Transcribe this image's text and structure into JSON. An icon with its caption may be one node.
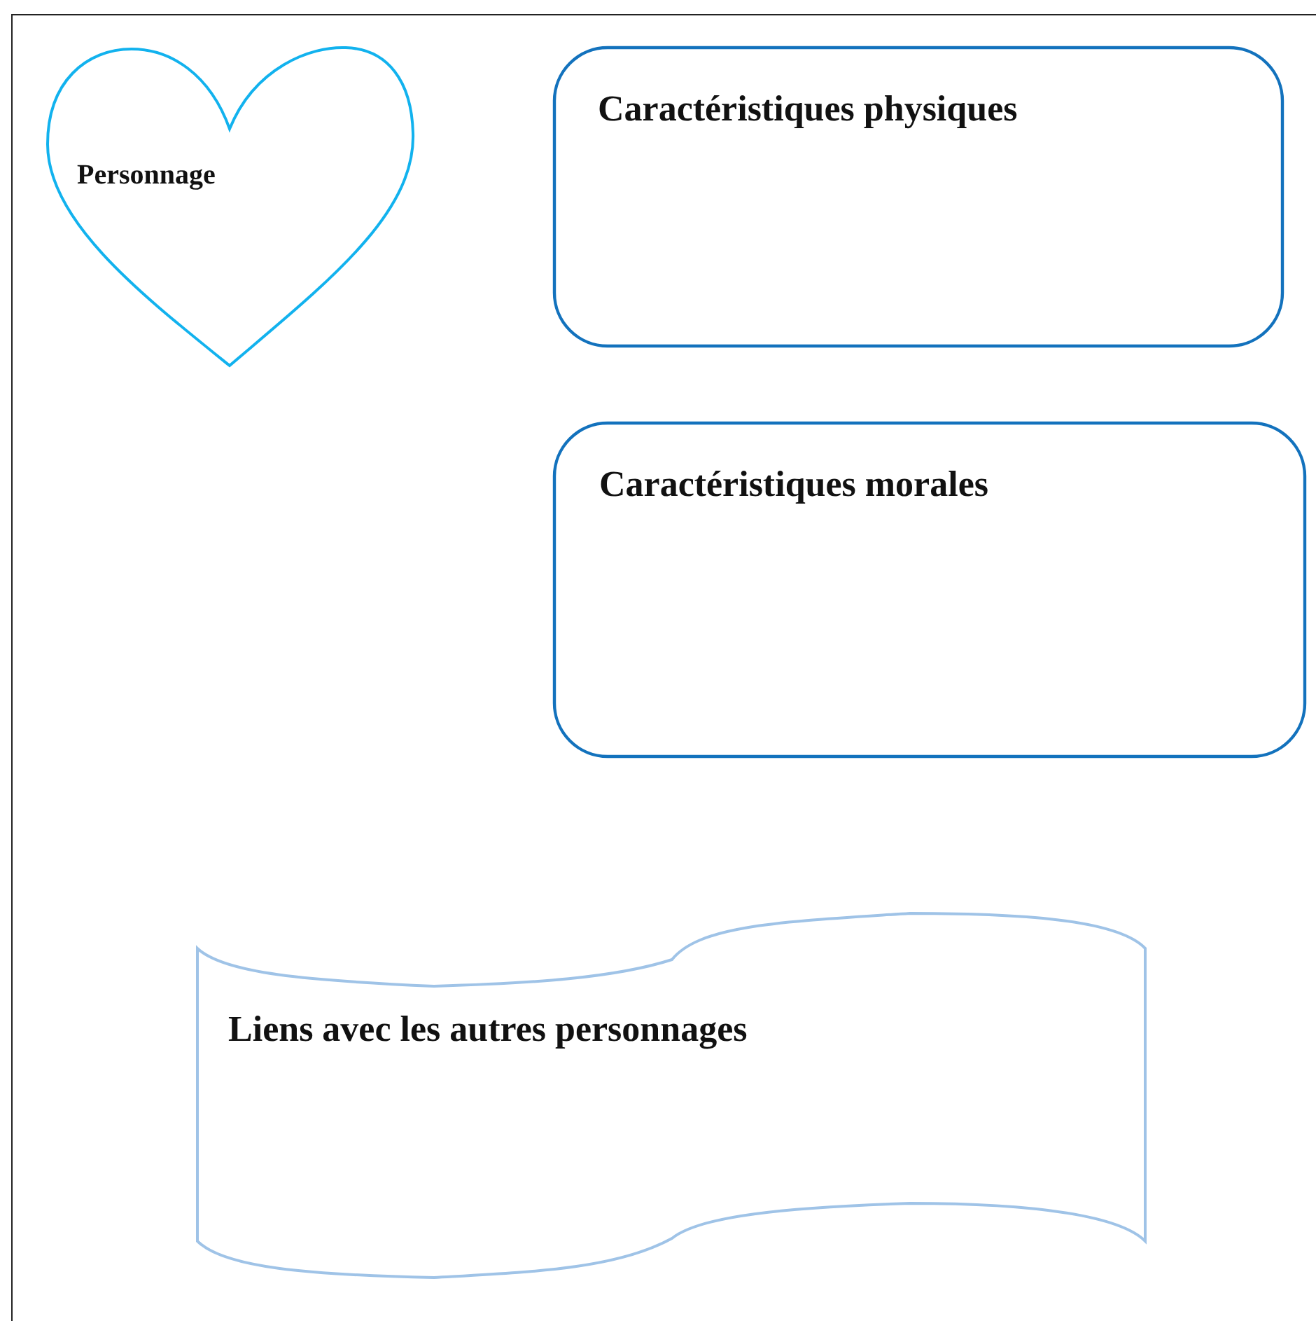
{
  "diagram": {
    "nodes": [
      {
        "text": [
          "Personnage"
        ]
      },
      {
        "text": [
          "Caractéristiques physiques"
        ]
      },
      {
        "text": [
          "Caractéristiques morales"
        ]
      },
      {
        "text": [
          "Liens avec les autres personnages"
        ]
      }
    ]
  }
}
